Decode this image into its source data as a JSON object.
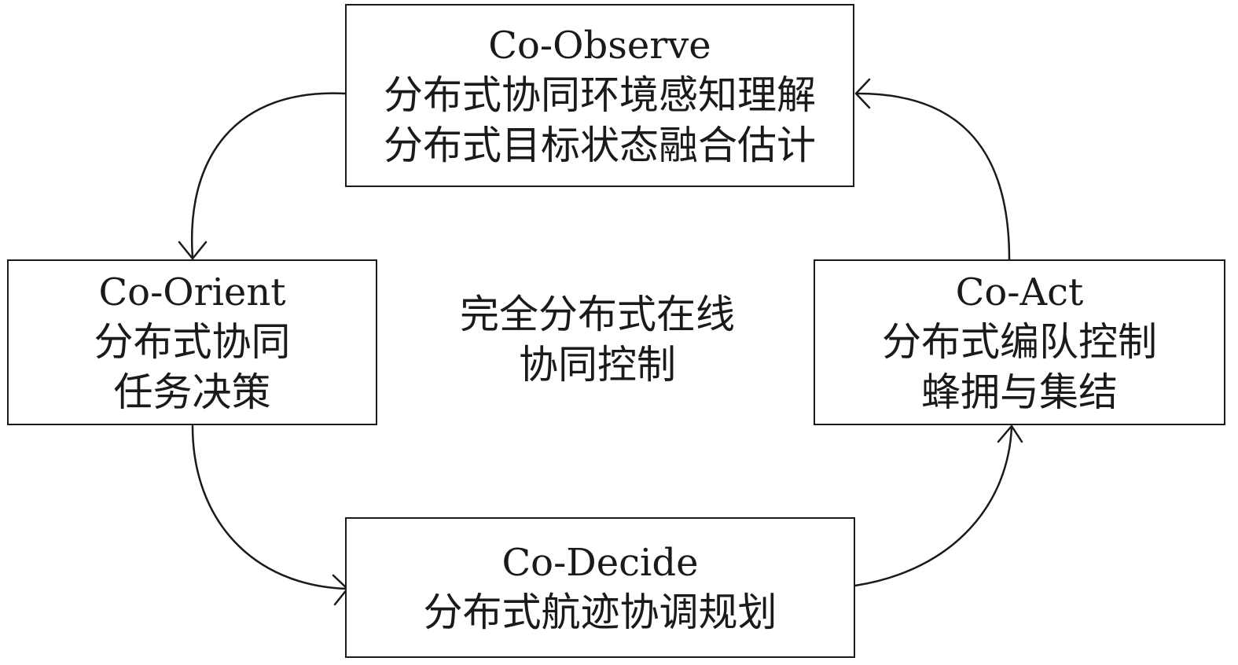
{
  "diagram": {
    "center": {
      "line1": "完全分布式在线",
      "line2": "协同控制"
    },
    "nodes": {
      "observe": {
        "title": "Co-Observe",
        "line1": "分布式协同环境感知理解",
        "line2": "分布式目标状态融合估计"
      },
      "orient": {
        "title": "Co-Orient",
        "line1": "分布式协同",
        "line2": "任务决策"
      },
      "decide": {
        "title": "Co-Decide",
        "line1": "分布式航迹协调规划"
      },
      "act": {
        "title": "Co-Act",
        "line1": "分布式编队控制",
        "line2": "蜂拥与集结"
      }
    },
    "edges": [
      {
        "from": "Co-Observe",
        "to": "Co-Orient"
      },
      {
        "from": "Co-Orient",
        "to": "Co-Decide"
      },
      {
        "from": "Co-Decide",
        "to": "Co-Act"
      },
      {
        "from": "Co-Act",
        "to": "Co-Observe"
      }
    ]
  }
}
